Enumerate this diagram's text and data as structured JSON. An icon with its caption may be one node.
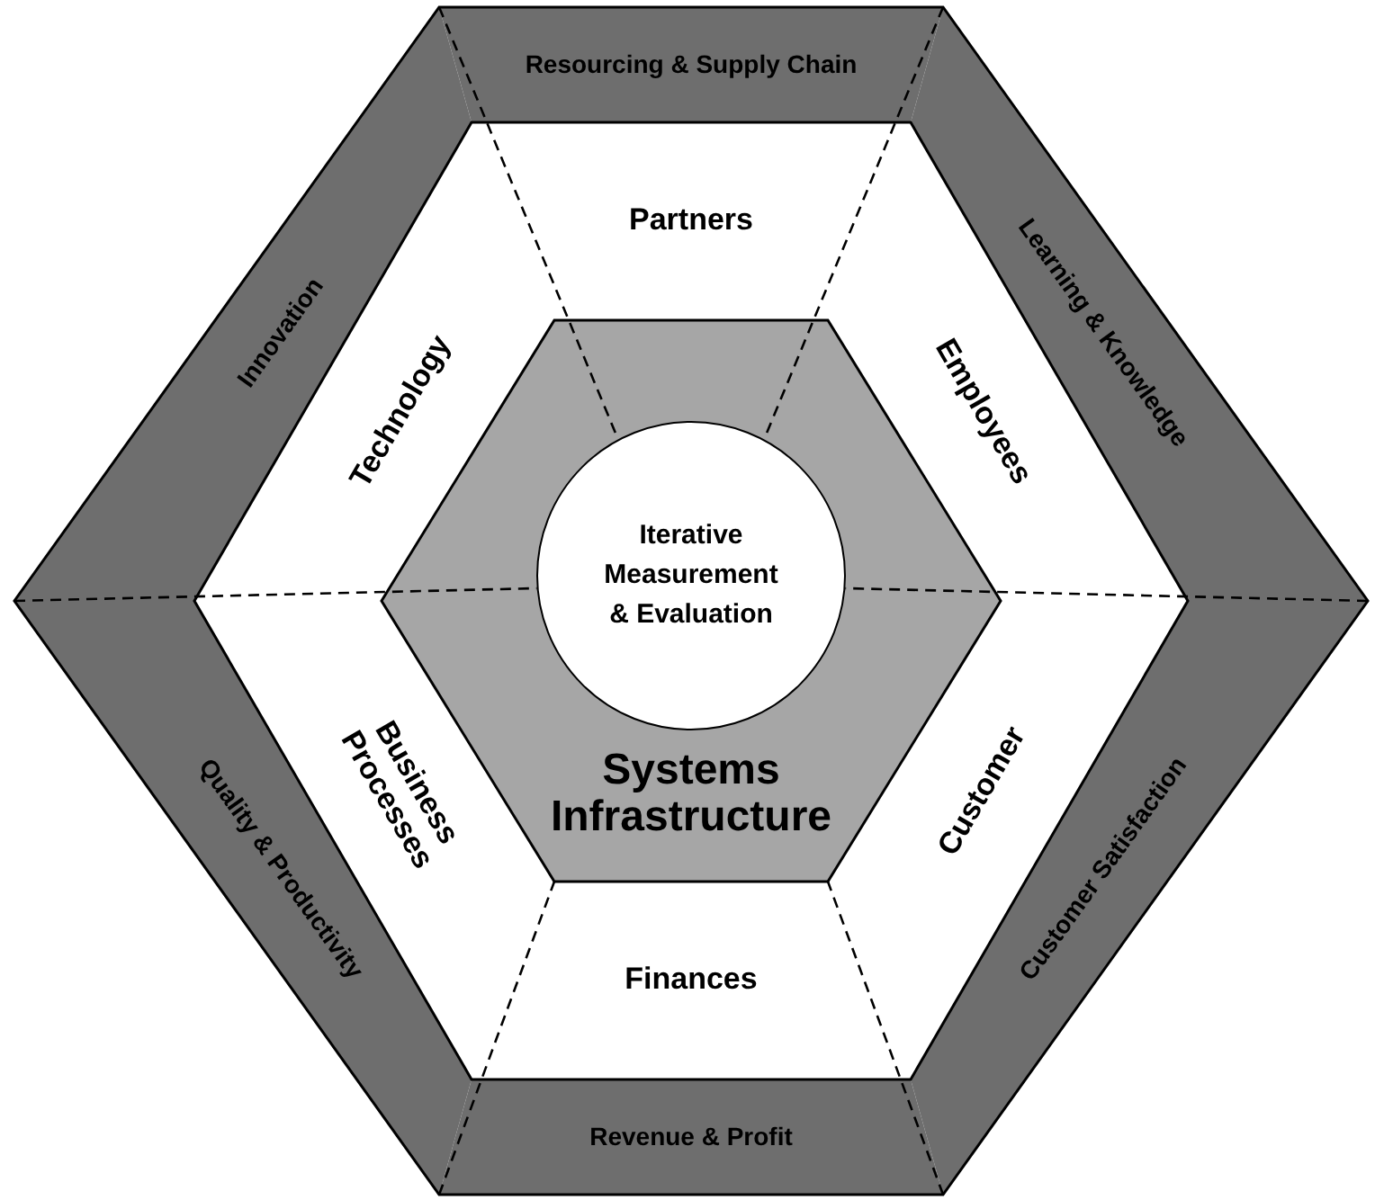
{
  "diagram": {
    "nodes": [
      {
        "text": [
          "Resourcing & Supply Chain"
        ]
      },
      {
        "text": [
          "Innovation"
        ]
      },
      {
        "text": [
          "Learning & Knowledge"
        ]
      },
      {
        "text": [
          "Partners"
        ]
      },
      {
        "text": [
          "Technology"
        ]
      },
      {
        "text": [
          "Employees"
        ]
      },
      {
        "text": [
          "Systems Infrastructure"
        ]
      },
      {
        "text": [
          "Iterative Measurement & Evaluation"
        ],
        "in": 6
      },
      {
        "text": [
          "Quality & Productivity"
        ]
      },
      {
        "text": [
          "Business Processes"
        ]
      },
      {
        "text": [
          "Customer"
        ]
      },
      {
        "text": [
          "Customer Satisfaction"
        ]
      },
      {
        "text": [
          "Finances"
        ]
      },
      {
        "text": [
          "Revenue & Profit"
        ]
      }
    ],
    "edges": []
  }
}
